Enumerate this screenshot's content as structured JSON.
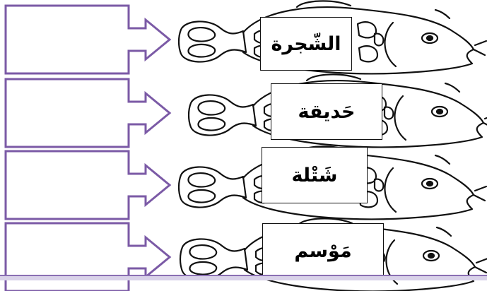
{
  "worksheet": {
    "rows": [
      {
        "word": "الشّجرة",
        "answer": ""
      },
      {
        "word": "حَديقة",
        "answer": ""
      },
      {
        "word": "شَتْلة",
        "answer": ""
      },
      {
        "word": "مَوْسم",
        "answer": ""
      }
    ]
  },
  "colors": {
    "arrow_stroke": "#7b5aa6",
    "fish_stroke": "#111111",
    "bottom_bar": "#d9d2e9"
  },
  "icons": [
    "arrow-box-icon",
    "fish-icon"
  ]
}
